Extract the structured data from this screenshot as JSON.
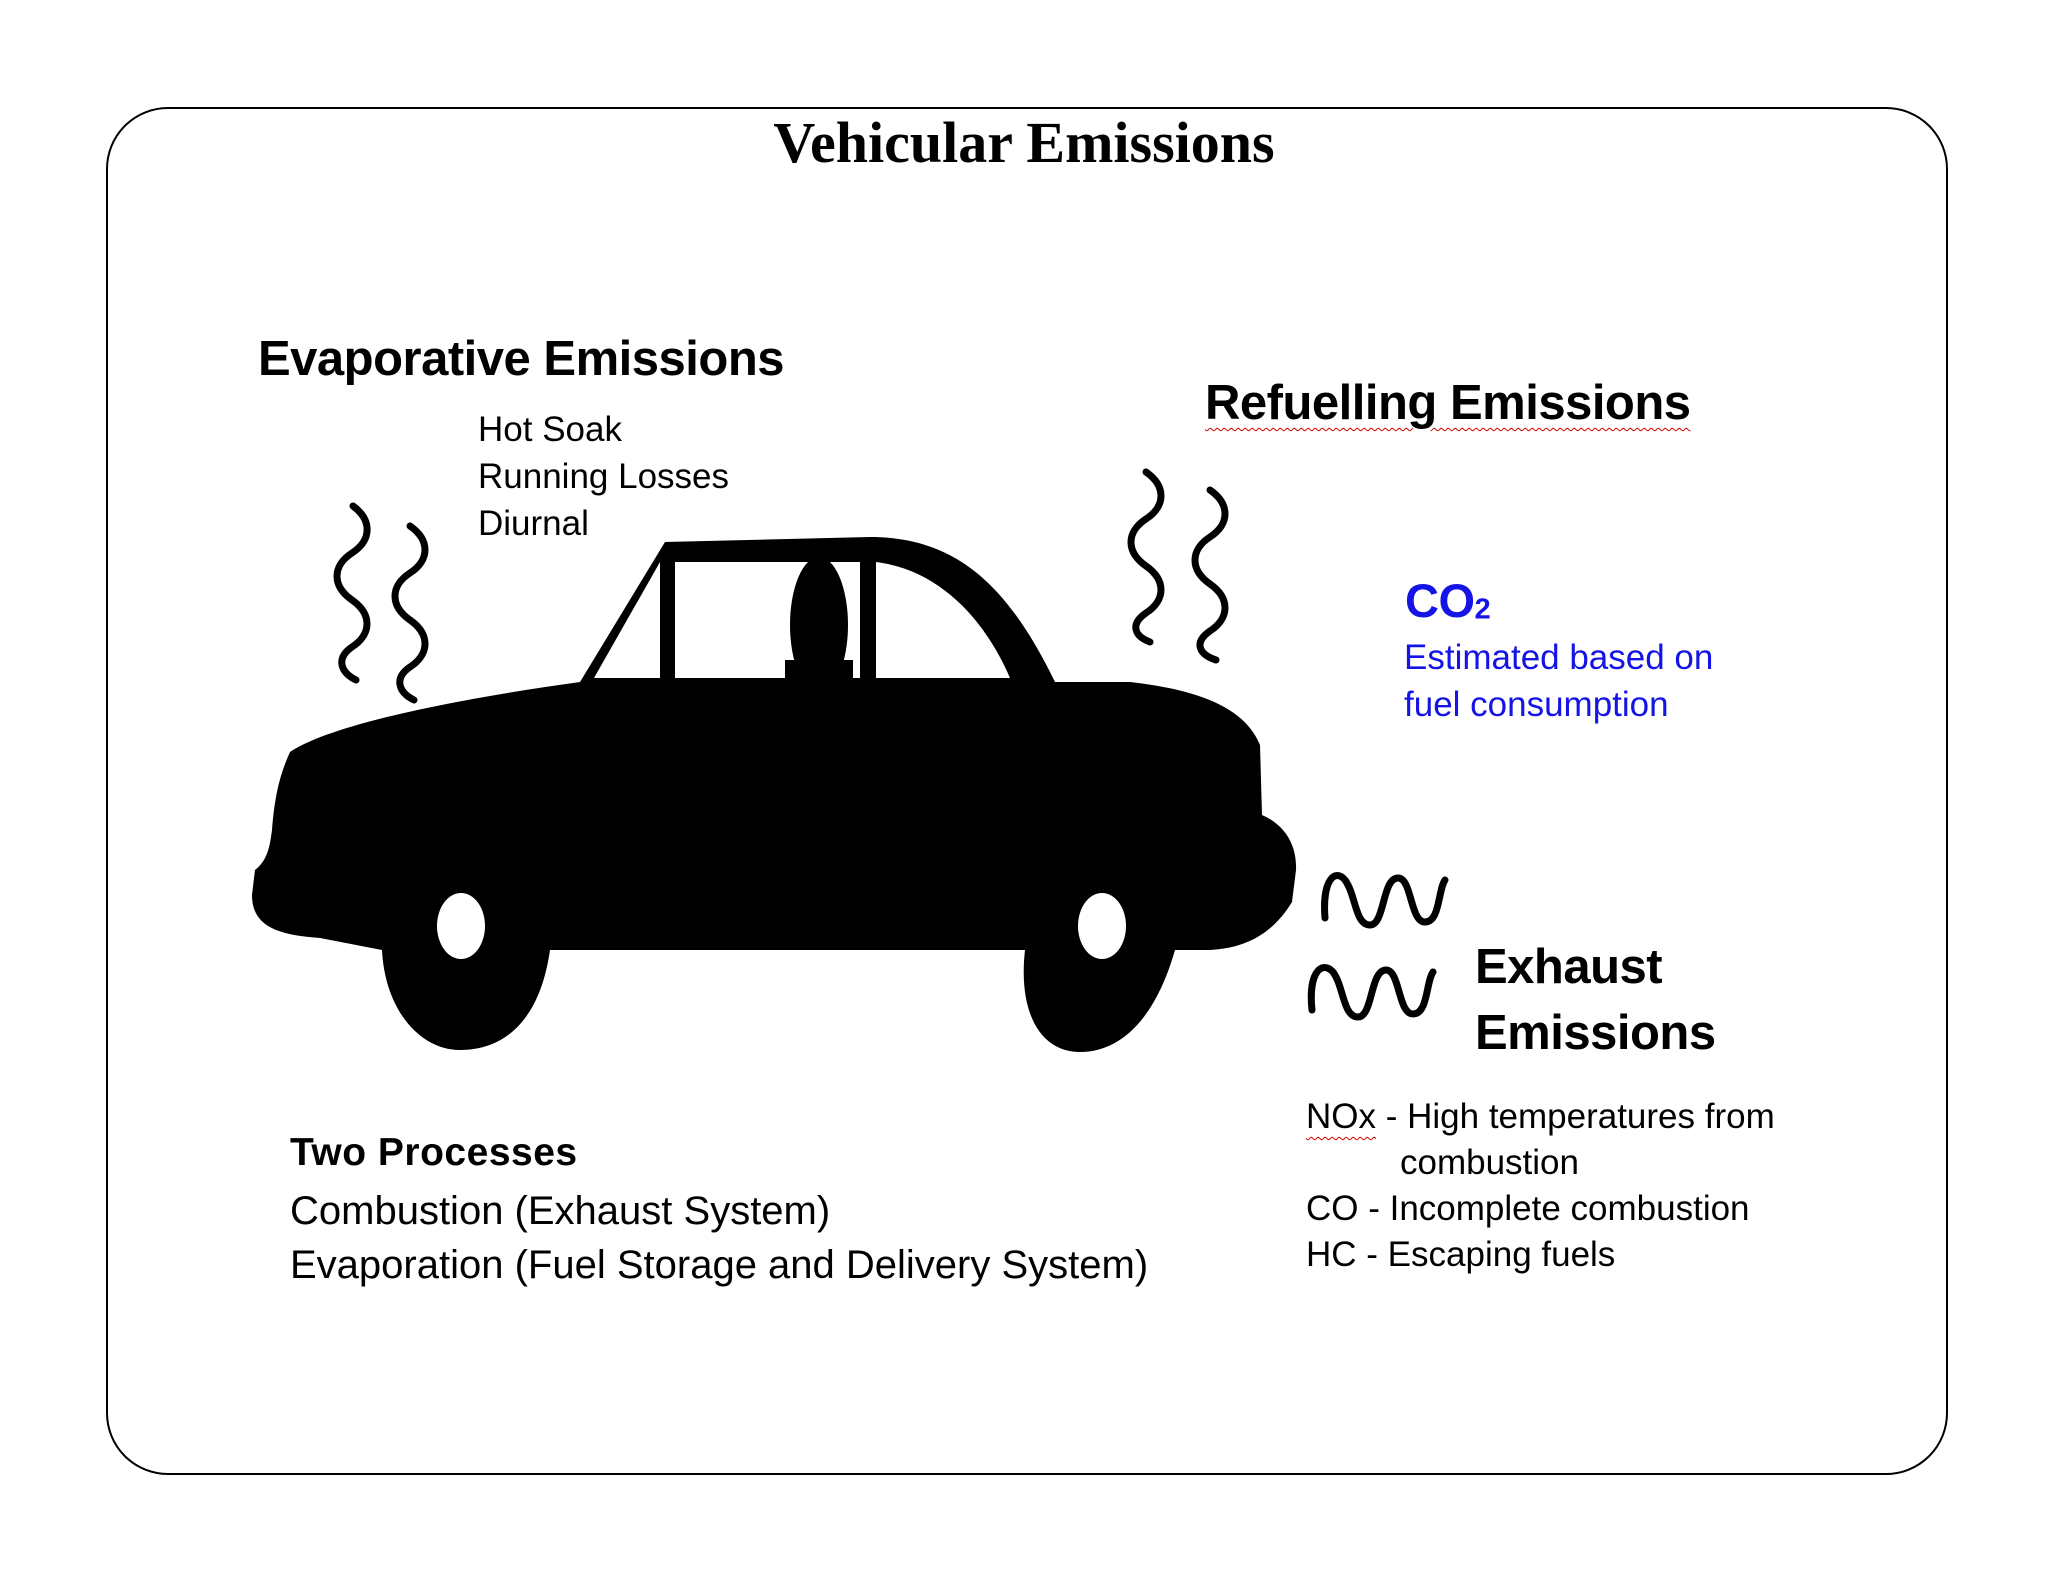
{
  "title": "Vehicular Emissions",
  "evaporative": {
    "heading": "Evaporative Emissions",
    "items": [
      "Hot Soak",
      "Running Losses",
      "Diurnal"
    ]
  },
  "refuelling": {
    "heading": "Refuelling Emissions"
  },
  "co2": {
    "label": "CO",
    "subscript": "2",
    "lines": [
      "Estimated based on",
      "fuel consumption"
    ],
    "color": "#1414e6"
  },
  "exhaust": {
    "heading_line1": "Exhaust",
    "heading_line2": "Emissions",
    "items": [
      {
        "name": "NOx",
        "sep": " - ",
        "desc": "High temperatures from",
        "desc2": "combustion"
      },
      {
        "name": "CO",
        "sep": " - ",
        "desc": "Incomplete combustion"
      },
      {
        "name": "HC",
        "sep": " - ",
        "desc": "Escaping fuels"
      }
    ]
  },
  "processes": {
    "heading": "Two Processes",
    "items": [
      "Combustion (Exhaust System)",
      "Evaporation (Fuel Storage and Delivery System)"
    ]
  },
  "icons": {
    "car": "car-silhouette-icon",
    "evap_fumes": "fume-wave-icon",
    "refuel_fumes": "fume-wave-icon",
    "exhaust_fumes": "exhaust-wave-icon"
  }
}
